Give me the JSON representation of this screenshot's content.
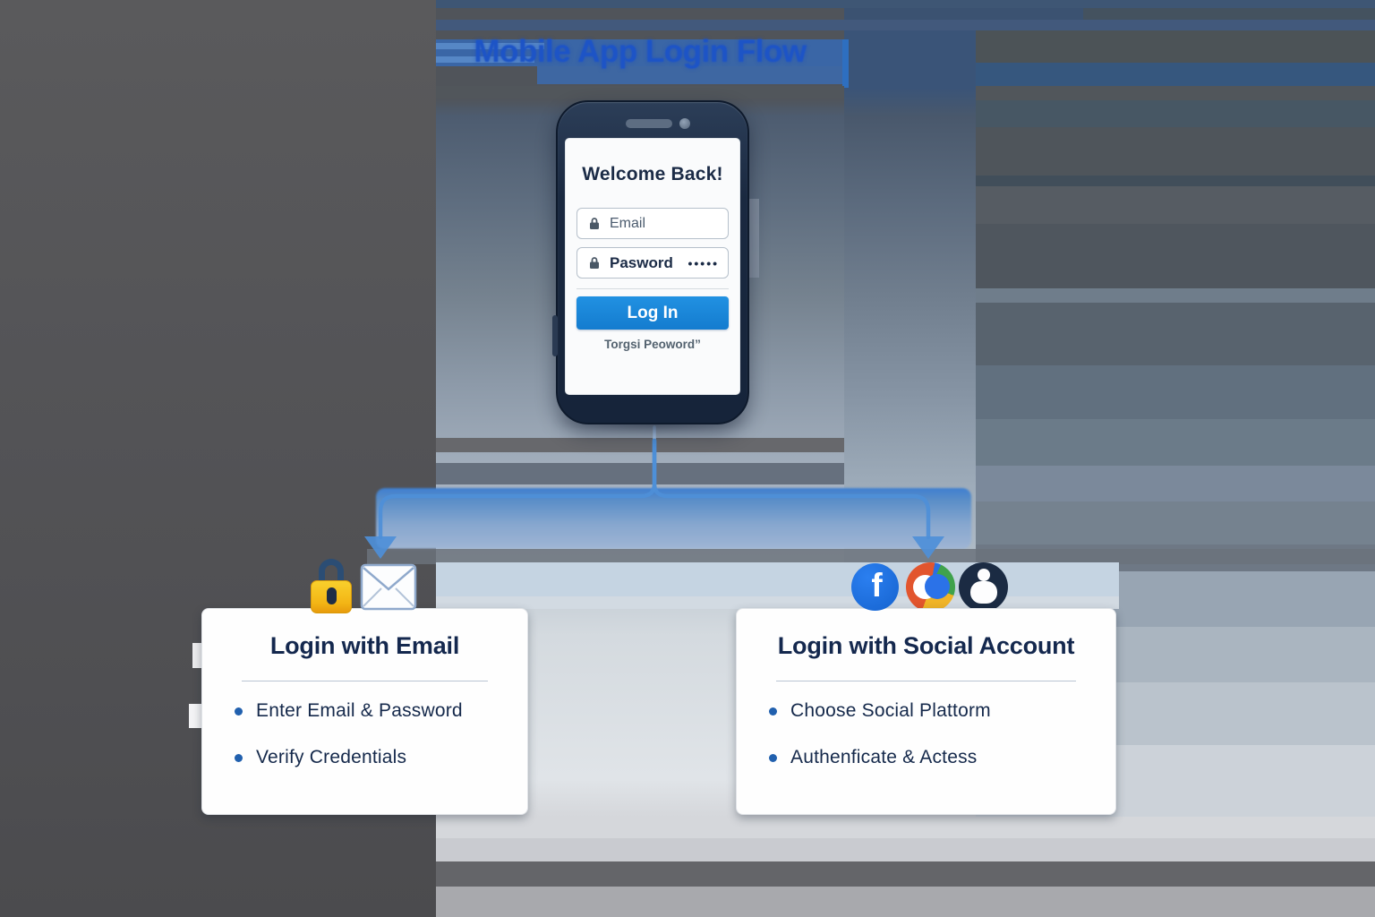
{
  "title": "Mobile App Login Flow",
  "phone": {
    "heading": "Welcome Back!",
    "email_field": {
      "placeholder": "Email"
    },
    "password_field": {
      "label": "Pasword",
      "dots": "•••••"
    },
    "login_button": "Log In",
    "forgot_link": "Torgsi Peoword”"
  },
  "branch_email": {
    "title": "Login with Email",
    "items": [
      "Enter Email & Password",
      "Verify Credentials"
    ]
  },
  "branch_social": {
    "title": "Login with Social Account",
    "items": [
      "Choose Social Plattorm",
      "Authenficate & Actess"
    ],
    "facebook_letter": "f"
  },
  "colors": {
    "title_blue": "#1d54c6",
    "login_button_blue": "#1787d8",
    "arrow_blue": "#4e8fd8",
    "navy_text": "#15294b",
    "bullet_blue": "#2160ae",
    "facebook_blue": "#1a6fe0",
    "lock_yellow": "#f7c61c",
    "google_red": "#e2552e",
    "google_yellow": "#f0b428",
    "google_green": "#3fa24c",
    "google_blue": "#2b72e8",
    "apple_navy": "#1c2c44"
  }
}
